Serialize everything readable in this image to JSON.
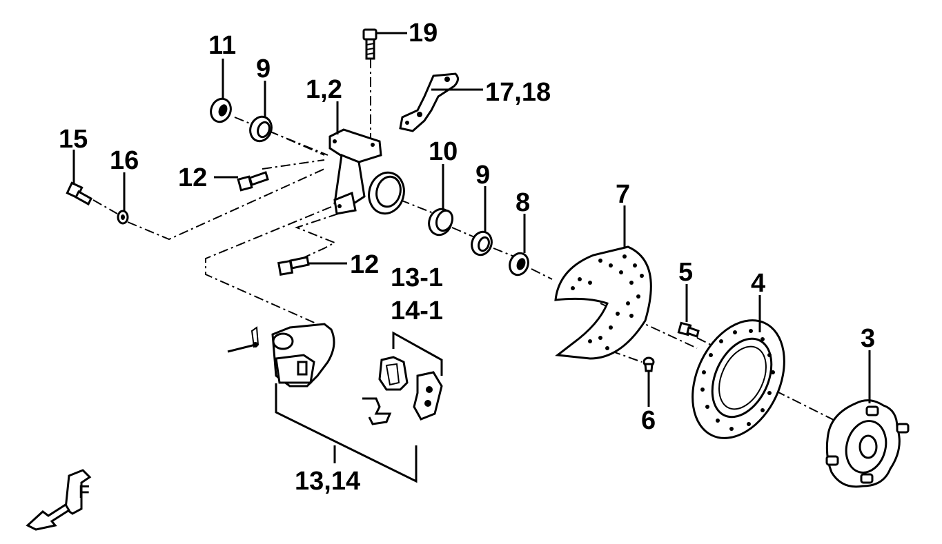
{
  "callouts": [
    {
      "id": "11",
      "text": "11"
    },
    {
      "id": "9a",
      "text": "9"
    },
    {
      "id": "1-2",
      "text": "1,2"
    },
    {
      "id": "19",
      "text": "19"
    },
    {
      "id": "17-18",
      "text": "17,18"
    },
    {
      "id": "15",
      "text": "15"
    },
    {
      "id": "16",
      "text": "16"
    },
    {
      "id": "12a",
      "text": "12"
    },
    {
      "id": "10",
      "text": "10"
    },
    {
      "id": "9b",
      "text": "9"
    },
    {
      "id": "8",
      "text": "8"
    },
    {
      "id": "7",
      "text": "7"
    },
    {
      "id": "12b",
      "text": "12"
    },
    {
      "id": "13-1",
      "text": "13-1"
    },
    {
      "id": "14-1",
      "text": "14-1"
    },
    {
      "id": "5",
      "text": "5"
    },
    {
      "id": "4",
      "text": "4"
    },
    {
      "id": "3",
      "text": "3"
    },
    {
      "id": "6",
      "text": "6"
    },
    {
      "id": "13-14",
      "text": "13,14"
    }
  ],
  "front_indicator": {
    "letter": "F"
  }
}
